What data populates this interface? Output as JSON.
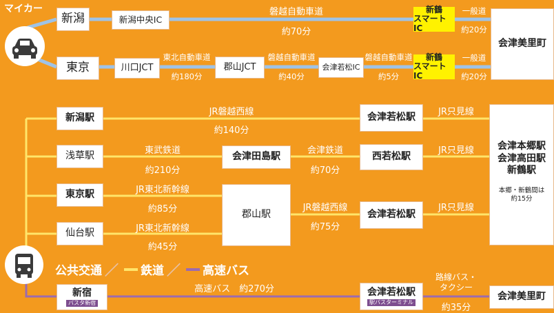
{
  "car": {
    "title": "マイカー",
    "niigata": {
      "origin": "新潟",
      "ic1": "新潟中央IC",
      "road": "磐越自動車道",
      "time": "約70分",
      "ic2a": "新鶴",
      "ic2b": "スマートIC",
      "local": "一般道",
      "local_time": "約20分"
    },
    "tokyo": {
      "origin": "東京",
      "jct1": "川口JCT",
      "road1": "東北自動車道",
      "time1": "約180分",
      "jct2": "郡山JCT",
      "road2": "磐越自動車道",
      "time2": "約40分",
      "ic": "会津若松IC",
      "road3": "磐越自動車道",
      "time3": "約5分",
      "ic2a": "新鶴",
      "ic2b": "スマートIC",
      "local": "一般道",
      "local_time": "約20分"
    },
    "destination": "会津美里町"
  },
  "rail": {
    "niigata_st": "新潟駅",
    "niigata_line": "JR磐越西線",
    "niigata_time": "約140分",
    "asakusa_st": "浅草駅",
    "asakusa_line": "東武鉄道",
    "asakusa_time": "約210分",
    "aizutajima": "会津田島駅",
    "aizu_line": "会津鉄道",
    "aizu_time": "約70分",
    "nishiwakamatsu": "西若松駅",
    "tokyo_st": "東京駅",
    "shinkansen1": "JR東北新幹線",
    "shinkansen1_time": "約85分",
    "sendai_st": "仙台駅",
    "shinkansen2": "JR東北新幹線",
    "shinkansen2_time": "約45分",
    "koriyama": "郡山駅",
    "banetsu_line": "JR磐越西線",
    "banetsu_time": "約75分",
    "aizuwakamatsu1": "会津若松駅",
    "aizuwakamatsu2": "会津若松駅",
    "tadami1": "JR只見線",
    "tadami2": "JR只見線",
    "tadami3": "JR只見線",
    "dest_line1": "会津本郷駅",
    "dest_line2": "会津高田駅",
    "dest_line3": "新鶴駅",
    "dest_note1": "本郷・新鶴間は",
    "dest_note2": "約15分"
  },
  "legend": {
    "public": "公共交通",
    "rail": "鉄道",
    "bus": "高速バス"
  },
  "bus": {
    "origin": "新宿",
    "origin_sub": "バスタ新宿",
    "route": "高速バス　約270分",
    "hub": "会津若松駅",
    "hub_sub": "駅バスターミナル",
    "local1": "路線バス・",
    "local2": "タクシー",
    "local_time": "約35分",
    "destination": "会津美里町"
  },
  "colors": {
    "background": "#f39a1e",
    "road": "#9fc3e6",
    "rail": "#ffe56a",
    "bus": "#9b6bb0",
    "ic": "#fff200"
  }
}
